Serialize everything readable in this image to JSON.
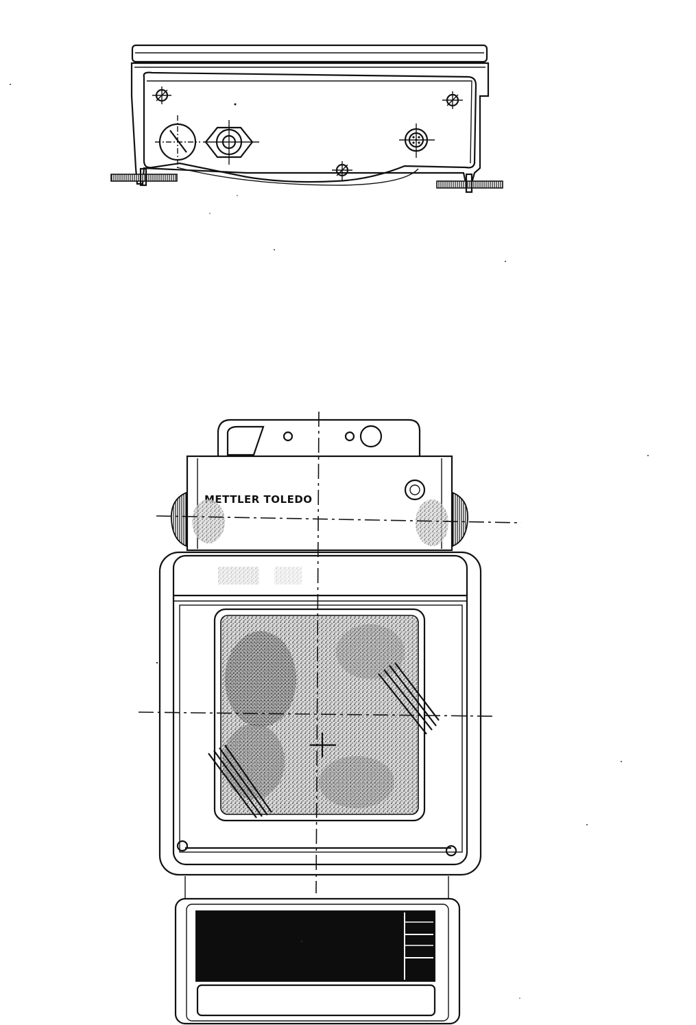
{
  "figure": {
    "views": [
      {
        "name": "rear-view",
        "description_shown": ""
      },
      {
        "name": "top-view"
      }
    ],
    "brand_label": "METTLER TOLEDO"
  },
  "colors": {
    "ink": "#111111",
    "paper": "#ffffff",
    "display": "#0d0d0d",
    "shading": "#555555"
  }
}
